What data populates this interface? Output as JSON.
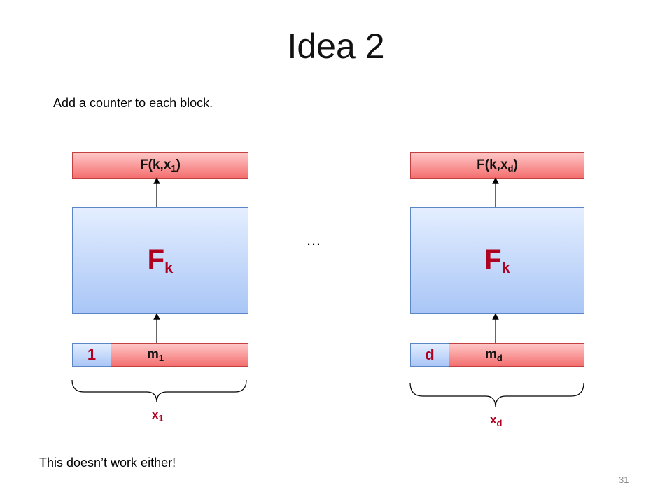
{
  "slide": {
    "title": "Idea 2",
    "intro": "Add a counter to each block.",
    "outro": "This doesn’t work either!",
    "ellipsis": "…",
    "number": "31"
  },
  "blocks": [
    {
      "output_main": "F(k,x",
      "output_sub": "1",
      "output_close": ")",
      "prf_main": "F",
      "prf_sub": "k",
      "counter": "1",
      "message_main": "m",
      "message_sub": "1",
      "input_main": "x",
      "input_sub": "1"
    },
    {
      "output_main": "F(k,x",
      "output_sub": "d",
      "output_close": ")",
      "prf_main": "F",
      "prf_sub": "k",
      "counter": "d",
      "message_main": "m",
      "message_sub": "d",
      "input_main": "x",
      "input_sub": "d"
    }
  ]
}
